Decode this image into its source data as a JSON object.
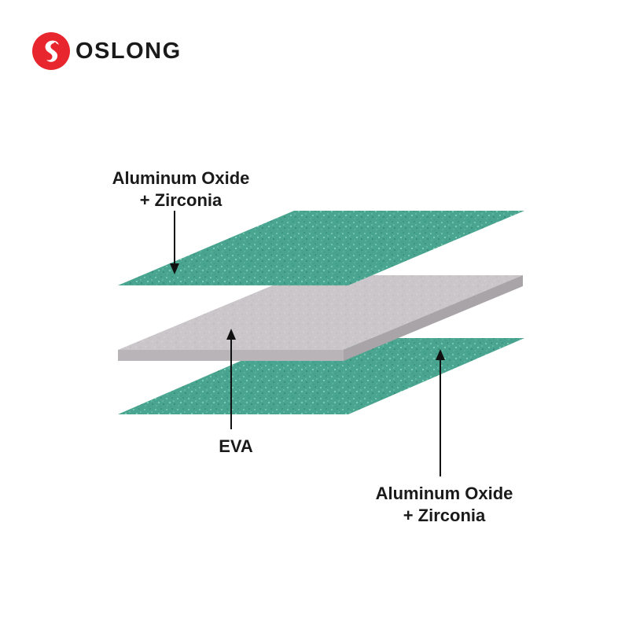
{
  "brand": {
    "name": "OSLONG",
    "accent_color": "#e8262d",
    "logo_icon": "swan-logo-icon"
  },
  "layers": [
    {
      "name": "top-abrasive",
      "color": "#4aa690",
      "material_label": [
        "Aluminum Oxide",
        "+ Zirconia"
      ]
    },
    {
      "name": "core",
      "color": "#c9c5c8",
      "material_label": [
        "EVA"
      ]
    },
    {
      "name": "bottom-abrasive",
      "color": "#4aa690",
      "material_label": [
        "Aluminum Oxide",
        "+ Zirconia"
      ]
    }
  ],
  "labels": {
    "top_line1": "Aluminum Oxide",
    "top_line2": "+ Zirconia",
    "middle": "EVA",
    "bottom_line1": "Aluminum Oxide",
    "bottom_line2": "+ Zirconia"
  }
}
